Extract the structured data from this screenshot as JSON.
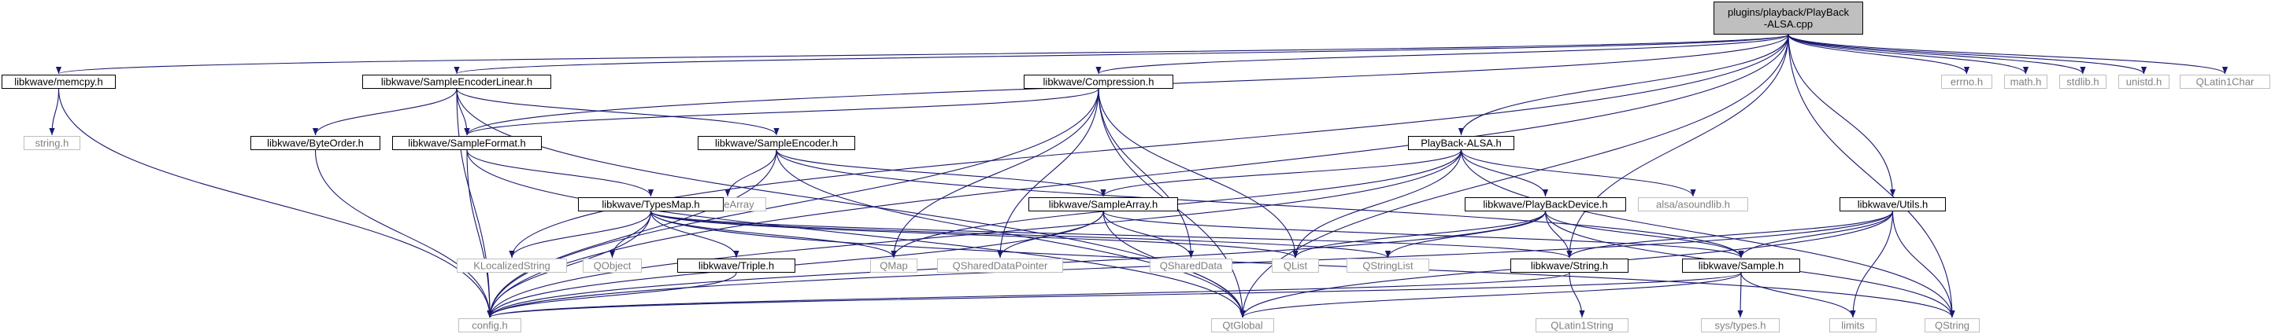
{
  "diagram": {
    "colors": {
      "edge": "#191970",
      "root_fill": "#bfbfbf",
      "project_border": "#000000",
      "external_border": "#bfbfbf",
      "external_text": "#7f7f7f",
      "text": "#000000",
      "background": "#ffffff"
    },
    "nodes": [
      {
        "id": "root",
        "label": "plugins/playback/PlayBack-ALSA.cpp",
        "lines": [
          "plugins/playback/PlayBack",
          "-ALSA.cpp"
        ],
        "kind": "root"
      },
      {
        "id": "memcpy",
        "label": "libkwave/memcpy.h",
        "kind": "project"
      },
      {
        "id": "sel",
        "label": "libkwave/SampleEncoderLinear.h",
        "kind": "project"
      },
      {
        "id": "comp",
        "label": "libkwave/Compression.h",
        "kind": "project"
      },
      {
        "id": "errno",
        "label": "errno.h",
        "kind": "external"
      },
      {
        "id": "math",
        "label": "math.h",
        "kind": "external"
      },
      {
        "id": "stdlib",
        "label": "stdlib.h",
        "kind": "external"
      },
      {
        "id": "unistd",
        "label": "unistd.h",
        "kind": "external"
      },
      {
        "id": "qlatin1char",
        "label": "QLatin1Char",
        "kind": "external"
      },
      {
        "id": "stringh",
        "label": "string.h",
        "kind": "external"
      },
      {
        "id": "byteorder",
        "label": "libkwave/ByteOrder.h",
        "kind": "project"
      },
      {
        "id": "sformat",
        "label": "libkwave/SampleFormat.h",
        "kind": "project"
      },
      {
        "id": "sencoder",
        "label": "libkwave/SampleEncoder.h",
        "kind": "project"
      },
      {
        "id": "pbalsa",
        "label": "PlayBack-ALSA.h",
        "kind": "project"
      },
      {
        "id": "asound",
        "label": "alsa/asoundlib.h",
        "kind": "external"
      },
      {
        "id": "utils",
        "label": "libkwave/Utils.h",
        "kind": "project"
      },
      {
        "id": "qbytearray",
        "label": "QByteArray",
        "kind": "external"
      },
      {
        "id": "typesmap",
        "label": "libkwave/TypesMap.h",
        "kind": "project"
      },
      {
        "id": "sarray",
        "label": "libkwave/SampleArray.h",
        "kind": "project"
      },
      {
        "id": "pbdevice",
        "label": "libkwave/PlayBackDevice.h",
        "kind": "project"
      },
      {
        "id": "klocalized",
        "label": "KLocalizedString",
        "kind": "external"
      },
      {
        "id": "qobject",
        "label": "QObject",
        "kind": "external"
      },
      {
        "id": "qmap",
        "label": "QMap",
        "kind": "external"
      },
      {
        "id": "qsdp",
        "label": "QSharedDataPointer",
        "kind": "external"
      },
      {
        "id": "qshareddata",
        "label": "QSharedData",
        "kind": "external"
      },
      {
        "id": "qlist",
        "label": "QList",
        "kind": "external"
      },
      {
        "id": "qstringlist",
        "label": "QStringList",
        "kind": "external"
      },
      {
        "id": "triple",
        "label": "libkwave/Triple.h",
        "kind": "project"
      },
      {
        "id": "kstring",
        "label": "libkwave/String.h",
        "kind": "project"
      },
      {
        "id": "ksample",
        "label": "libkwave/Sample.h",
        "kind": "project"
      },
      {
        "id": "config",
        "label": "config.h",
        "kind": "external"
      },
      {
        "id": "qtglobal",
        "label": "QtGlobal",
        "kind": "external"
      },
      {
        "id": "qlatin1string",
        "label": "QLatin1String",
        "kind": "external"
      },
      {
        "id": "systypes",
        "label": "sys/types.h",
        "kind": "external"
      },
      {
        "id": "limits",
        "label": "limits",
        "kind": "external"
      },
      {
        "id": "qstring",
        "label": "QString",
        "kind": "external"
      }
    ],
    "edges": [
      [
        "root",
        "memcpy"
      ],
      [
        "root",
        "sel"
      ],
      [
        "root",
        "comp"
      ],
      [
        "root",
        "errno"
      ],
      [
        "root",
        "math"
      ],
      [
        "root",
        "stdlib"
      ],
      [
        "root",
        "unistd"
      ],
      [
        "root",
        "qlatin1char"
      ],
      [
        "root",
        "pbalsa"
      ],
      [
        "root",
        "utils"
      ],
      [
        "root",
        "sformat"
      ],
      [
        "root",
        "klocalized"
      ],
      [
        "root",
        "config"
      ],
      [
        "root",
        "kstring"
      ],
      [
        "root",
        "qtglobal"
      ],
      [
        "root",
        "qstring"
      ],
      [
        "memcpy",
        "stringh"
      ],
      [
        "memcpy",
        "config"
      ],
      [
        "sel",
        "byteorder"
      ],
      [
        "sel",
        "sformat"
      ],
      [
        "sel",
        "sencoder"
      ],
      [
        "sel",
        "config"
      ],
      [
        "sel",
        "qtglobal"
      ],
      [
        "comp",
        "sformat"
      ],
      [
        "comp",
        "qmap"
      ],
      [
        "comp",
        "qsdp"
      ],
      [
        "comp",
        "qshareddata"
      ],
      [
        "comp",
        "qlist"
      ],
      [
        "comp",
        "qtglobal"
      ],
      [
        "comp",
        "config"
      ],
      [
        "byteorder",
        "config"
      ],
      [
        "sformat",
        "typesmap"
      ],
      [
        "sformat",
        "config"
      ],
      [
        "sformat",
        "qtglobal"
      ],
      [
        "sencoder",
        "qbytearray"
      ],
      [
        "sencoder",
        "sarray"
      ],
      [
        "sencoder",
        "ksample"
      ],
      [
        "sencoder",
        "qtglobal"
      ],
      [
        "sencoder",
        "config"
      ],
      [
        "pbalsa",
        "asound"
      ],
      [
        "pbalsa",
        "pbdevice"
      ],
      [
        "pbalsa",
        "sarray"
      ],
      [
        "pbalsa",
        "qlist"
      ],
      [
        "pbalsa",
        "qmap"
      ],
      [
        "pbalsa",
        "qstring"
      ],
      [
        "pbalsa",
        "config"
      ],
      [
        "typesmap",
        "klocalized"
      ],
      [
        "typesmap",
        "qobject"
      ],
      [
        "typesmap",
        "qmap"
      ],
      [
        "typesmap",
        "qlist"
      ],
      [
        "typesmap",
        "qstringlist"
      ],
      [
        "typesmap",
        "triple"
      ],
      [
        "typesmap",
        "kstring"
      ],
      [
        "typesmap",
        "config"
      ],
      [
        "typesmap",
        "qstring"
      ],
      [
        "sarray",
        "qsdp"
      ],
      [
        "sarray",
        "qshareddata"
      ],
      [
        "sarray",
        "qtglobal"
      ],
      [
        "sarray",
        "ksample"
      ],
      [
        "sarray",
        "config"
      ],
      [
        "pbdevice",
        "qlist"
      ],
      [
        "pbdevice",
        "qstringlist"
      ],
      [
        "pbdevice",
        "kstring"
      ],
      [
        "pbdevice",
        "ksample"
      ],
      [
        "pbdevice",
        "qstring"
      ],
      [
        "pbdevice",
        "config"
      ],
      [
        "utils",
        "kstring"
      ],
      [
        "utils",
        "ksample"
      ],
      [
        "utils",
        "limits"
      ],
      [
        "utils",
        "qstring"
      ],
      [
        "utils",
        "qtglobal"
      ],
      [
        "utils",
        "config"
      ],
      [
        "triple",
        "config"
      ],
      [
        "kstring",
        "qlatin1string"
      ],
      [
        "kstring",
        "config"
      ],
      [
        "ksample",
        "systypes"
      ],
      [
        "ksample",
        "limits"
      ],
      [
        "ksample",
        "qtglobal"
      ],
      [
        "ksample",
        "config"
      ]
    ]
  }
}
